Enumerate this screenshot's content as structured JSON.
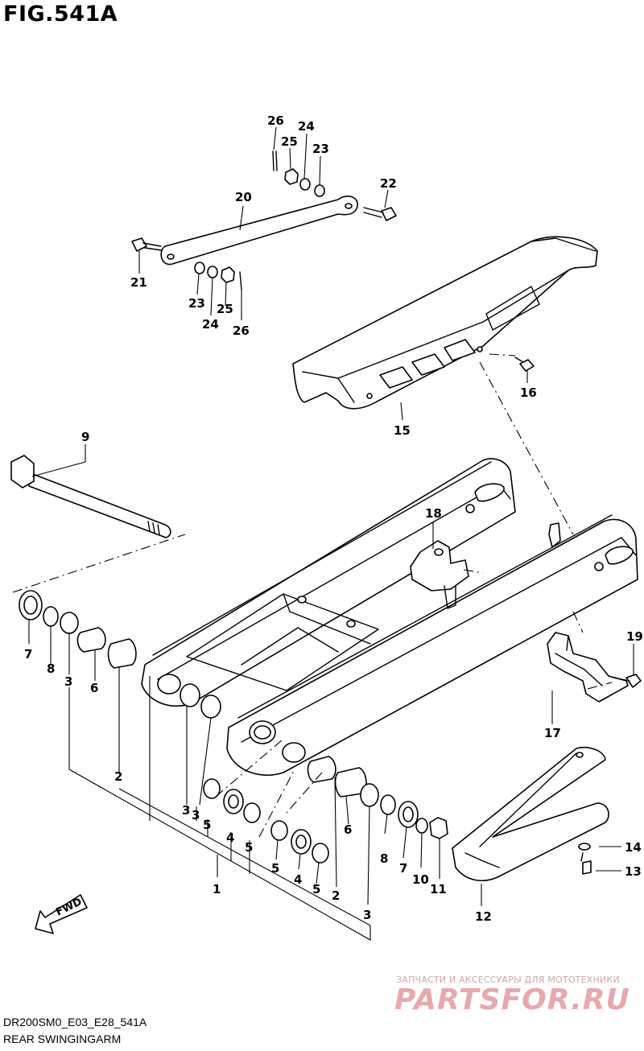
{
  "figure": {
    "title": "FIG.541A",
    "model_code": "DR200SM0_E03_E28_541A",
    "name": "REAR SWINGINGARM",
    "fwd_label": "FWD"
  },
  "watermark": {
    "tagline": "ЗАПЧАСТИ И АКСЕССУАРЫ ДЛЯ МОТОТЕХНИКИ",
    "logo": "PARTSFOR.RU"
  },
  "callouts": [
    {
      "id": "c26a",
      "label": "26"
    },
    {
      "id": "c24a",
      "label": "24"
    },
    {
      "id": "c25a",
      "label": "25"
    },
    {
      "id": "c23a",
      "label": "23"
    },
    {
      "id": "c22",
      "label": "22"
    },
    {
      "id": "c20",
      "label": "20"
    },
    {
      "id": "c21",
      "label": "21"
    },
    {
      "id": "c23b",
      "label": "23"
    },
    {
      "id": "c24b",
      "label": "24"
    },
    {
      "id": "c25b",
      "label": "25"
    },
    {
      "id": "c26b",
      "label": "26"
    },
    {
      "id": "c16",
      "label": "16"
    },
    {
      "id": "c15",
      "label": "15"
    },
    {
      "id": "c9",
      "label": "9"
    },
    {
      "id": "c18",
      "label": "18"
    },
    {
      "id": "c19",
      "label": "19"
    },
    {
      "id": "c17",
      "label": "17"
    },
    {
      "id": "c7a",
      "label": "7"
    },
    {
      "id": "c8a",
      "label": "8"
    },
    {
      "id": "c3a",
      "label": "3"
    },
    {
      "id": "c6a",
      "label": "6"
    },
    {
      "id": "c2a",
      "label": "2"
    },
    {
      "id": "c3b",
      "label": "3"
    },
    {
      "id": "c3c",
      "label": "3"
    },
    {
      "id": "c5a",
      "label": "5"
    },
    {
      "id": "c4a",
      "label": "4"
    },
    {
      "id": "c5b",
      "label": "5"
    },
    {
      "id": "c6b",
      "label": "6"
    },
    {
      "id": "c8b",
      "label": "8"
    },
    {
      "id": "c7b",
      "label": "7"
    },
    {
      "id": "c10",
      "label": "10"
    },
    {
      "id": "c11",
      "label": "11"
    },
    {
      "id": "c1",
      "label": "1"
    },
    {
      "id": "c5c",
      "label": "5"
    },
    {
      "id": "c4b",
      "label": "4"
    },
    {
      "id": "c5d",
      "label": "5"
    },
    {
      "id": "c2b",
      "label": "2"
    },
    {
      "id": "c3d",
      "label": "3"
    },
    {
      "id": "c14",
      "label": "14"
    },
    {
      "id": "c13",
      "label": "13"
    },
    {
      "id": "c12",
      "label": "12"
    }
  ]
}
